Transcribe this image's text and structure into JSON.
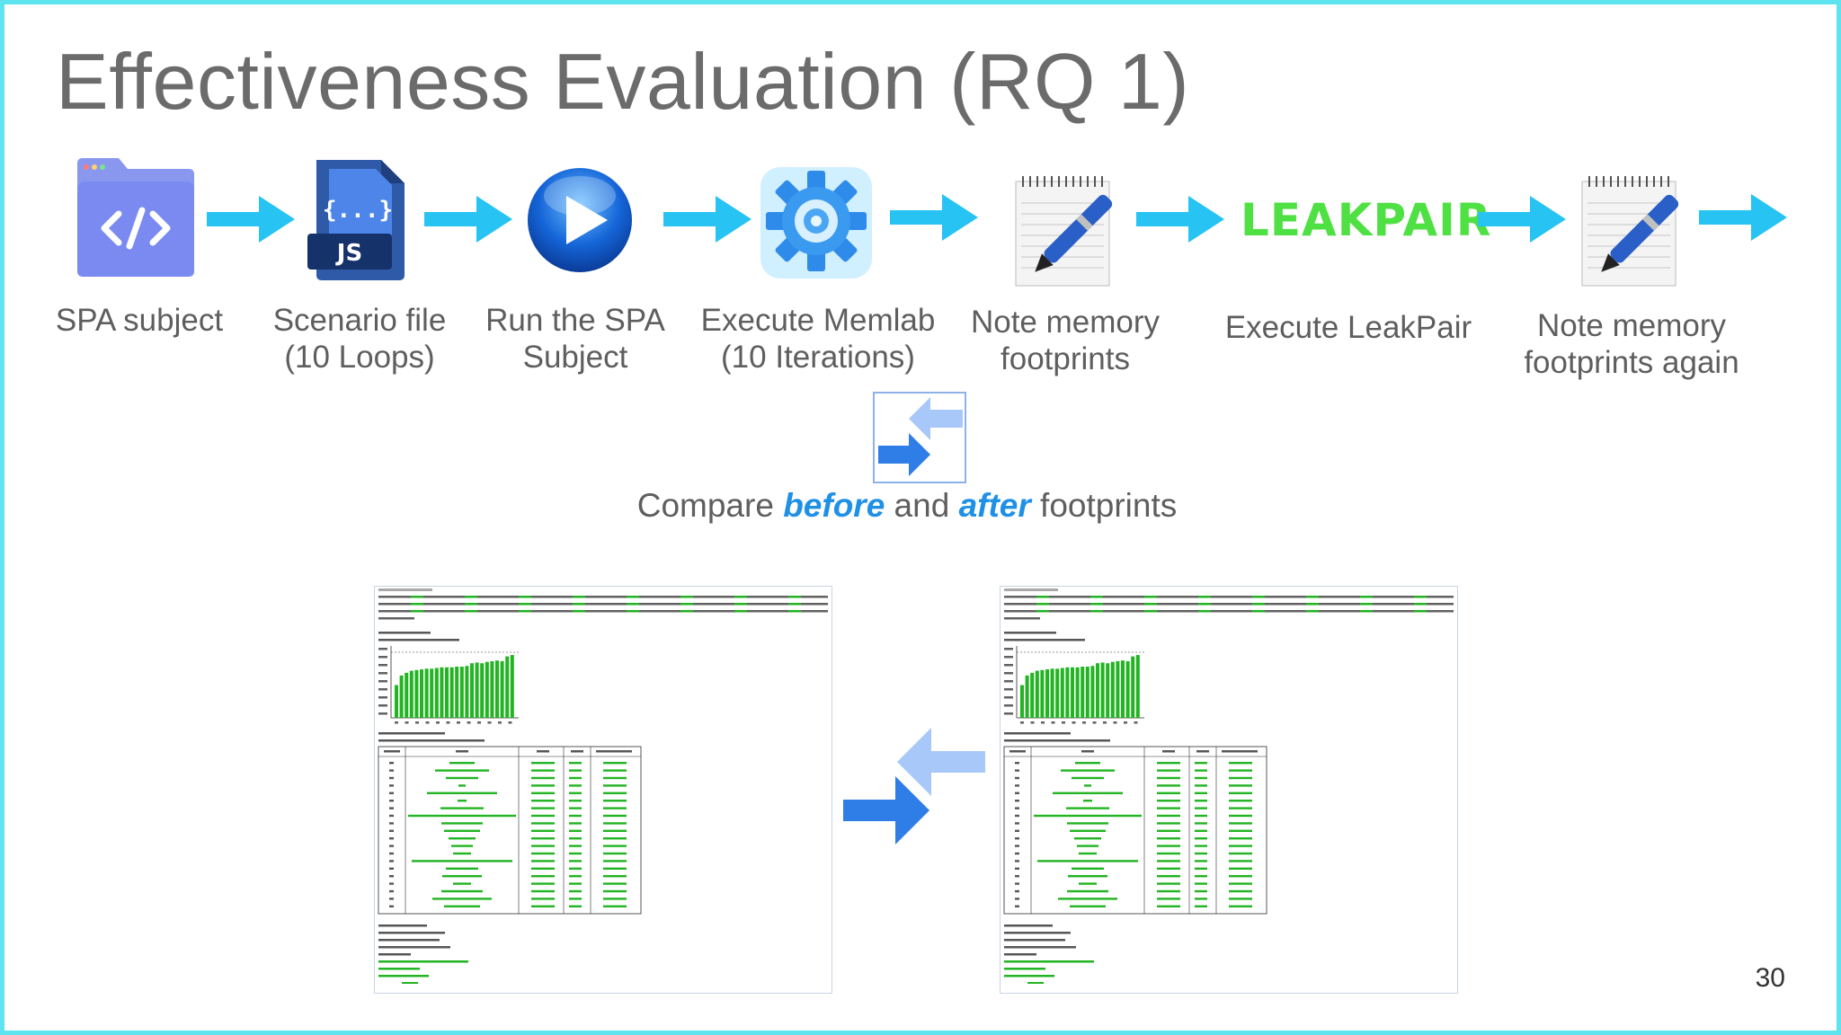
{
  "slide": {
    "title": "Effectiveness Evaluation (RQ 1)",
    "page_number": "30"
  },
  "steps": [
    {
      "label": "SPA subject",
      "icon": "code-folder-icon"
    },
    {
      "label": "Scenario file\n(10 Loops)",
      "icon": "js-file-icon"
    },
    {
      "label": "Run the SPA\nSubject",
      "icon": "play-button-icon"
    },
    {
      "label": "Execute Memlab\n(10 Iterations)",
      "icon": "gear-icon"
    },
    {
      "label": "Note memory\nfootprints",
      "icon": "notepad-pen-icon"
    },
    {
      "label": "Execute LeakPair",
      "icon": "leakpair-logo"
    },
    {
      "label": "Note memory\nfootprints again",
      "icon": "notepad-pen-icon"
    }
  ],
  "leakpair_logo_text": "LEAKPAIR",
  "compare": {
    "prefix": "Compare ",
    "before": "before",
    "middle": " and ",
    "after": "after",
    "suffix": " footprints"
  },
  "colors": {
    "flow_arrow": "#27c3f3",
    "swap_dark": "#2f7de6",
    "swap_light": "#a7c8f8",
    "border": "#5ee4ef",
    "title": "#6b6b6b",
    "emphasis": "#1e90e6",
    "leakpair": "#4fe043",
    "terminal_green": "#22b422"
  },
  "screenshots": [
    {
      "name": "before-screenshot",
      "bar_levels": [
        0.48,
        0.62,
        0.66,
        0.69,
        0.7,
        0.71,
        0.72,
        0.72,
        0.73,
        0.74,
        0.74,
        0.74,
        0.75,
        0.75,
        0.76,
        0.8,
        0.81,
        0.8,
        0.82,
        0.83,
        0.84,
        0.83,
        0.9,
        0.92
      ]
    },
    {
      "name": "after-screenshot",
      "bar_levels": [
        0.48,
        0.62,
        0.66,
        0.69,
        0.7,
        0.71,
        0.72,
        0.72,
        0.73,
        0.74,
        0.74,
        0.74,
        0.75,
        0.75,
        0.76,
        0.8,
        0.81,
        0.8,
        0.82,
        0.83,
        0.84,
        0.83,
        0.9,
        0.92
      ]
    }
  ]
}
